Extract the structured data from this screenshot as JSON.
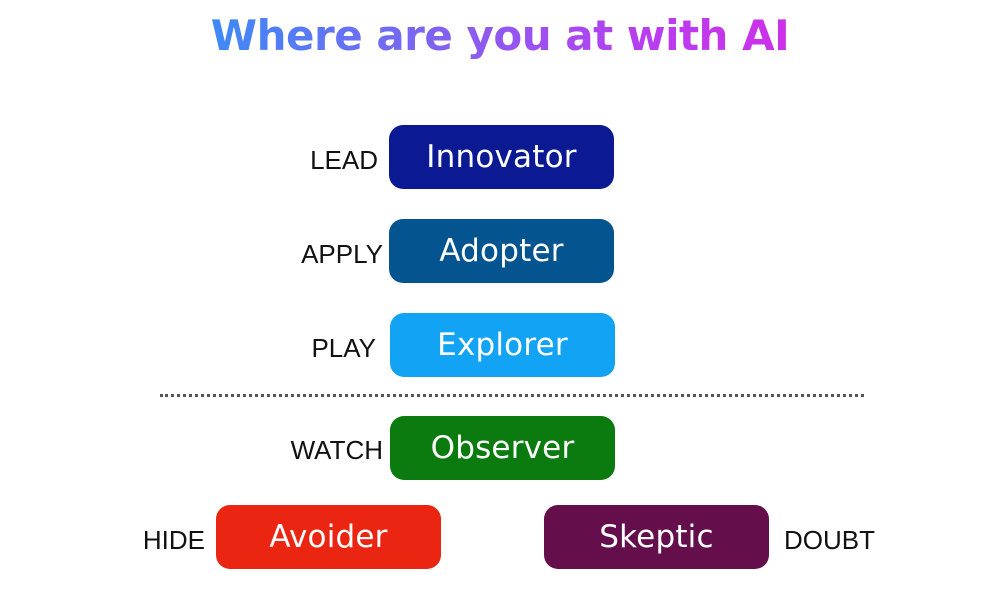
{
  "title": "Where are you at with AI",
  "levels": {
    "innovator": {
      "name": "Innovator",
      "verb": "LEAD",
      "color": "#0b1a92"
    },
    "adopter": {
      "name": "Adopter",
      "verb": "APPLY",
      "color": "#03548f"
    },
    "explorer": {
      "name": "Explorer",
      "verb": "PLAY",
      "color": "#13a3f5"
    },
    "observer": {
      "name": "Observer",
      "verb": "WATCH",
      "color": "#0b7b10"
    },
    "avoider": {
      "name": "Avoider",
      "verb": "HIDE",
      "color": "#ea2512"
    },
    "skeptic": {
      "name": "Skeptic",
      "verb": "DOUBT",
      "color": "#640f4c"
    }
  }
}
